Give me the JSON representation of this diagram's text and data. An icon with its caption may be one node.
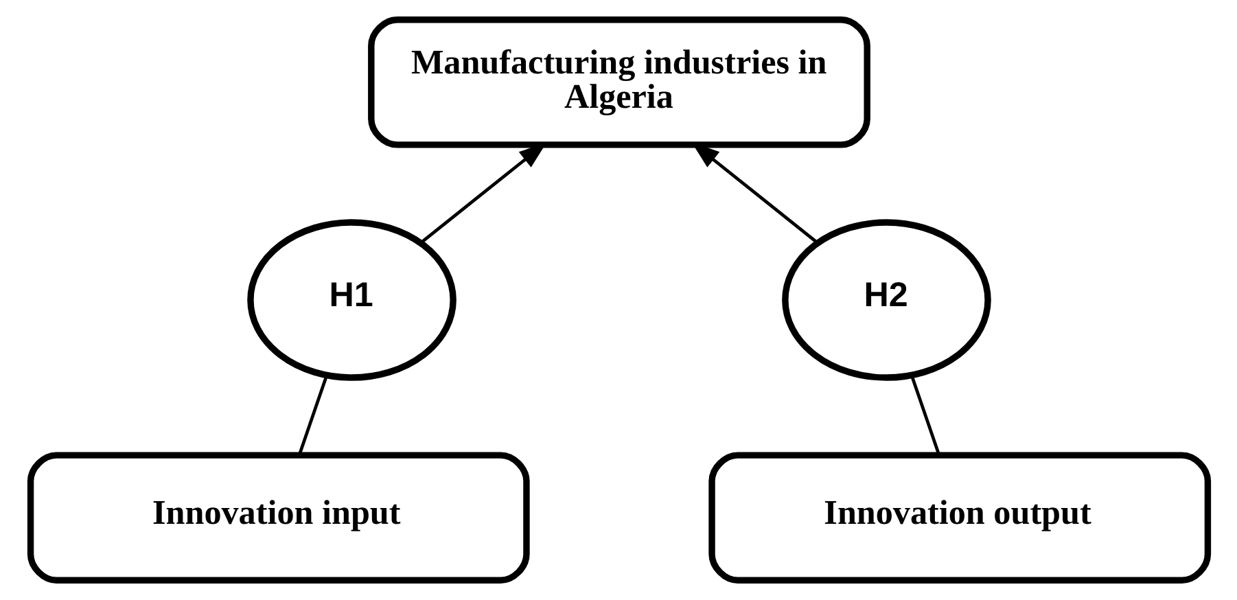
{
  "diagram": {
    "nodes": [
      {
        "text": [
          "Manufacturing industries in Algeria"
        ]
      },
      {
        "text": [
          "H1"
        ]
      },
      {
        "text": [
          "H2"
        ]
      },
      {
        "text": [
          "Innovation input"
        ]
      },
      {
        "text": [
          "Innovation output"
        ]
      }
    ],
    "edges": [
      {
        "from": 3,
        "to": 1,
        "arrow": "none"
      },
      {
        "from": 1,
        "to": 0,
        "arrow": "to"
      },
      {
        "from": 4,
        "to": 2,
        "arrow": "none"
      },
      {
        "from": 2,
        "to": 0,
        "arrow": "to"
      }
    ]
  }
}
